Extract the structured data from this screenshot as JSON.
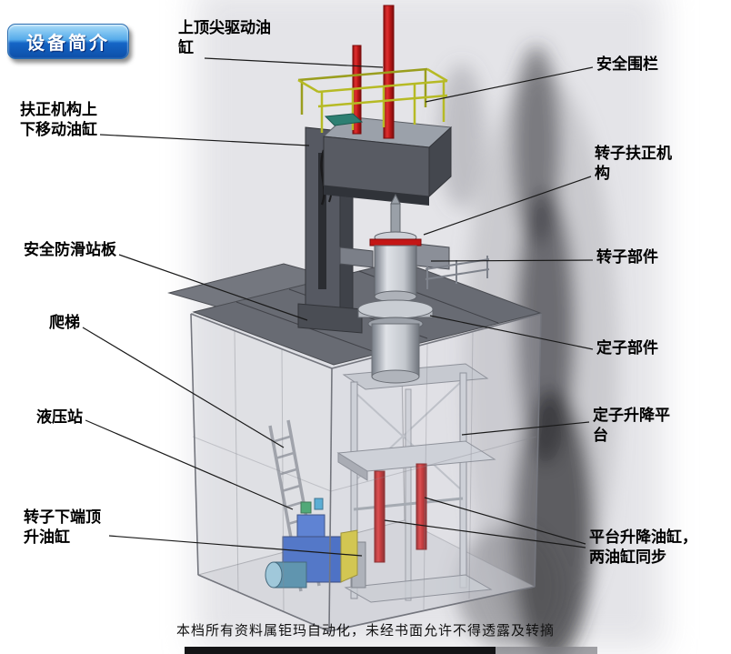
{
  "badge": {
    "label": "设备简介"
  },
  "footer": {
    "text": "本档所有资料属钜玛自动化，未经书面允许不得透露及转摘"
  },
  "callouts": [
    {
      "id": "top-drive-cylinder",
      "text": "上顶尖驱动油\n缸"
    },
    {
      "id": "safety-fence",
      "text": "安全围栏"
    },
    {
      "id": "righting-mechanism-cylinder",
      "text": "扶正机构上\n下移动油缸"
    },
    {
      "id": "rotor-righting-mechanism",
      "text": "转子扶正机\n构"
    },
    {
      "id": "anti-slip-platform",
      "text": "安全防滑站板"
    },
    {
      "id": "rotor-part",
      "text": "转子部件"
    },
    {
      "id": "ladder",
      "text": "爬梯"
    },
    {
      "id": "stator-part",
      "text": "定子部件"
    },
    {
      "id": "hydraulic-station",
      "text": "液压站"
    },
    {
      "id": "stator-lift-platform",
      "text": "定子升降平\n台"
    },
    {
      "id": "rotor-bottom-jack-cylinder",
      "text": "转子下端顶\n升油缸"
    },
    {
      "id": "platform-lift-cylinders",
      "text": "平台升降油缸，\n两油缸同步"
    }
  ],
  "colors": {
    "badge_blue": "#1565c6",
    "cylinder_red": "#cc1414",
    "railing_yellow": "#b6ba25",
    "hydraulic_blue": "#2d5bc0",
    "platform_gray": "#686b73",
    "backdrop_gray": "#e3e3e7"
  }
}
